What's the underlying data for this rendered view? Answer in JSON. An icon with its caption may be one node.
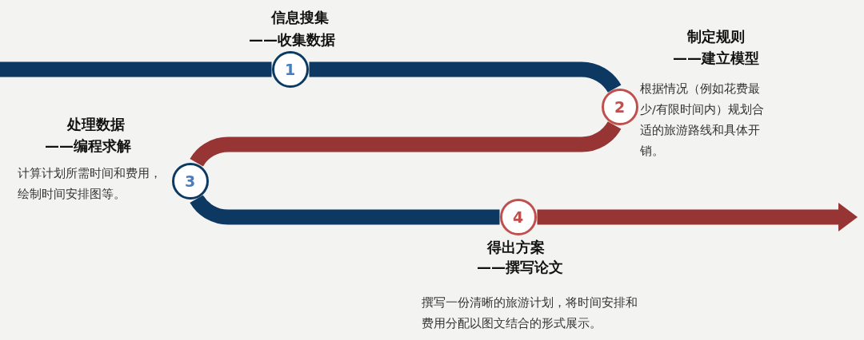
{
  "diagram": {
    "nodes": [
      {
        "text": [
          "1"
        ],
        "beside": [
          "信息搜集",
          "——收集数据"
        ]
      },
      {
        "text": [
          "2"
        ],
        "beside": [
          "制定规则",
          "——建立模型",
          "根据情况（例如花费最少/有限时间内）规划合适的旅游路线和具体开销。"
        ]
      },
      {
        "text": [
          "3"
        ],
        "beside": [
          "处理数据",
          "——编程求解",
          "计算计划所需时间和费用，绘制时间安排图等。"
        ]
      },
      {
        "text": [
          "4"
        ],
        "beside": [
          "得出方案",
          "——撰写论文",
          "撰写一份清晰的旅游计划，将时间安排和费用分配以图文结合的形式展示。"
        ]
      }
    ],
    "edges": [
      {
        "from": null,
        "to": 0,
        "arrow": "none",
        "color": "#0d3862"
      },
      {
        "from": 0,
        "to": 1,
        "arrow": "none",
        "color": "#0d3862"
      },
      {
        "from": 1,
        "to": 2,
        "arrow": "none",
        "color": "#973434"
      },
      {
        "from": 2,
        "to": 3,
        "arrow": "none",
        "color": "#0d3862"
      },
      {
        "from": 3,
        "to": null,
        "arrow": "to",
        "color": "#973434"
      }
    ]
  }
}
